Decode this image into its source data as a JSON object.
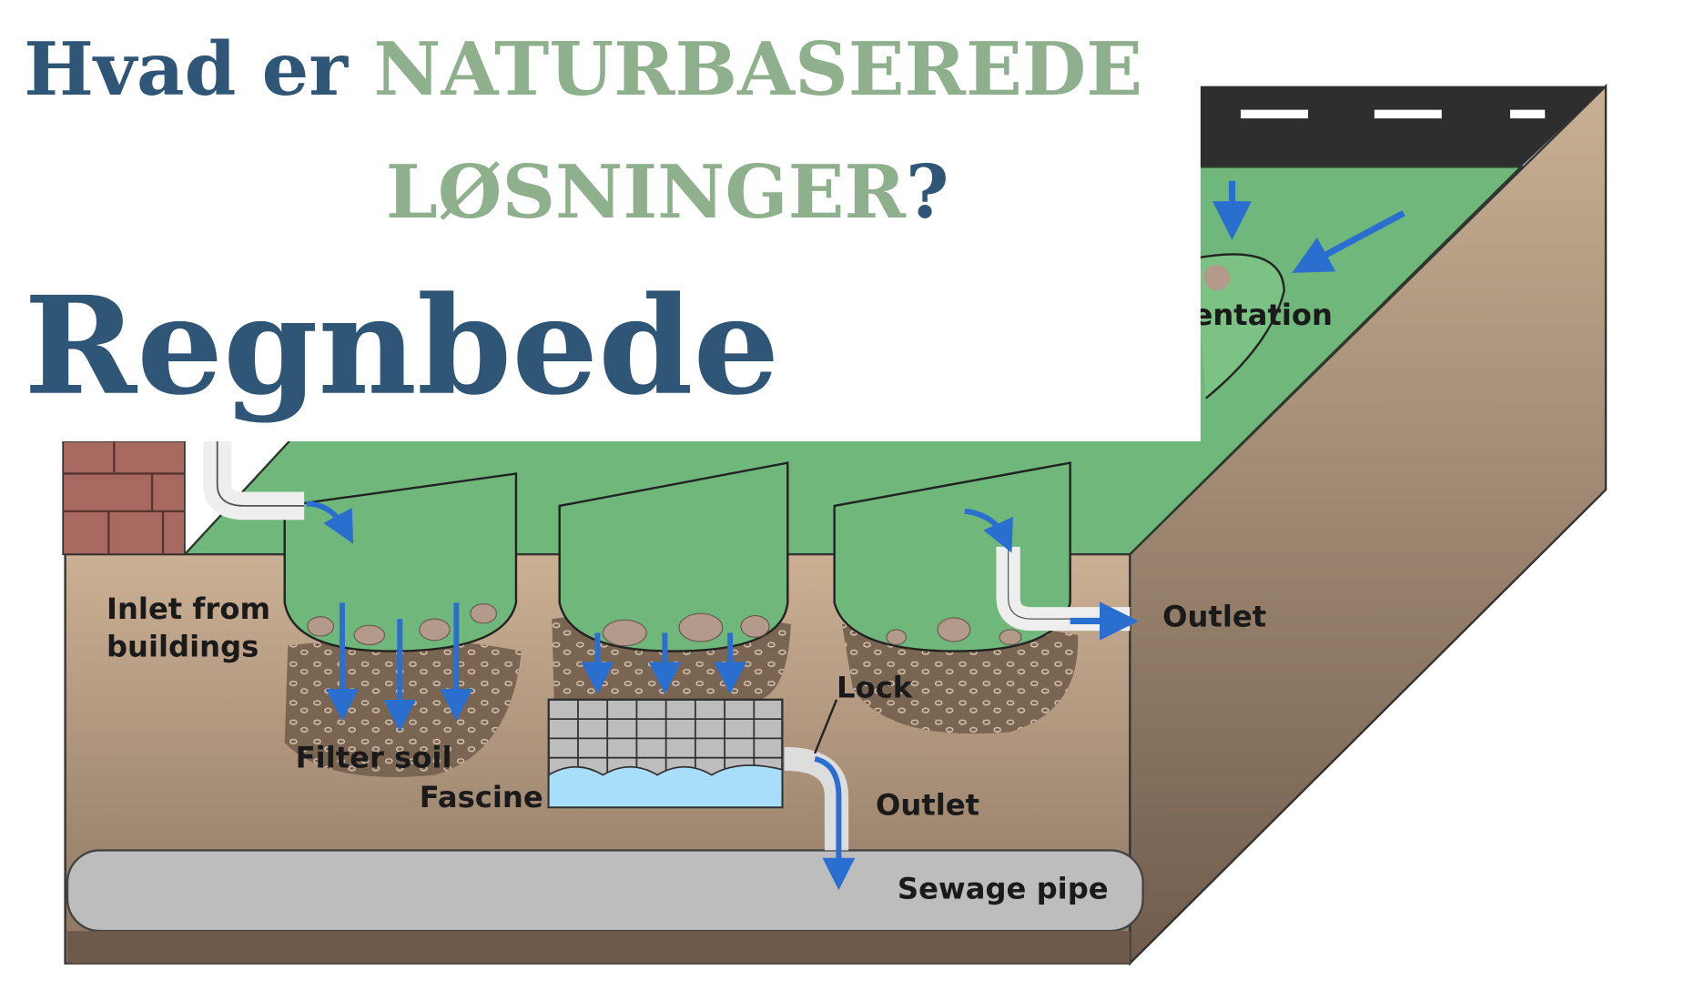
{
  "header": {
    "title_part1": "Hvad er",
    "title_highlight_line1": "NATURBASEREDE",
    "title_highlight_line2": "LØSNINGER",
    "title_question_mark": "?",
    "subtitle": "Regnbede"
  },
  "diagram": {
    "labels": {
      "inlet": [
        "Inlet from",
        "buildings"
      ],
      "filter_soil": "Filter soil",
      "fascine": "Fascine",
      "lock": "Lock",
      "outlet_top": "Outlet",
      "outlet_bottom": "Outlet",
      "sewage_pipe": "Sewage pipe",
      "sedimentation_partial": "entation"
    }
  },
  "colors": {
    "title_blue": "#2f5577",
    "title_green": "#8fb08c",
    "arrow_blue": "#2a6fd0",
    "grass": "#6fb77a",
    "soil": "#c2a68a",
    "road": "#2e2e2e",
    "pipe": "#bdbdbd",
    "brick": "#a86a60"
  }
}
